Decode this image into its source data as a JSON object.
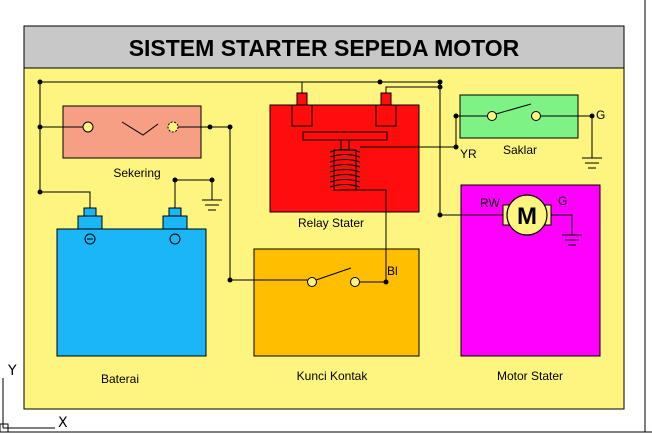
{
  "title": "SISTEM STARTER SEPEDA MOTOR",
  "components": {
    "sekering": "Sekering",
    "baterai": "Baterai",
    "relay": "Relay Stater",
    "kunci": "Kunci Kontak",
    "saklar": "Saklar",
    "motor": "Motor Stater"
  },
  "wire_labels": {
    "yr": "YR",
    "bl": "Bl",
    "rw": "RW",
    "g_saklar": "G",
    "g_motor": "G"
  },
  "motor_symbol": "M",
  "axis": {
    "x": "X",
    "y": "Y"
  },
  "colors": {
    "panel": "#fdf57f",
    "title_bar": "#c8c8c8",
    "sekering": "#f79f84",
    "baterai": "#1ab6f5",
    "relay": "#ff0d0d",
    "kunci": "#ffbf00",
    "saklar": "#7ef284",
    "motor": "#ff00ff"
  }
}
